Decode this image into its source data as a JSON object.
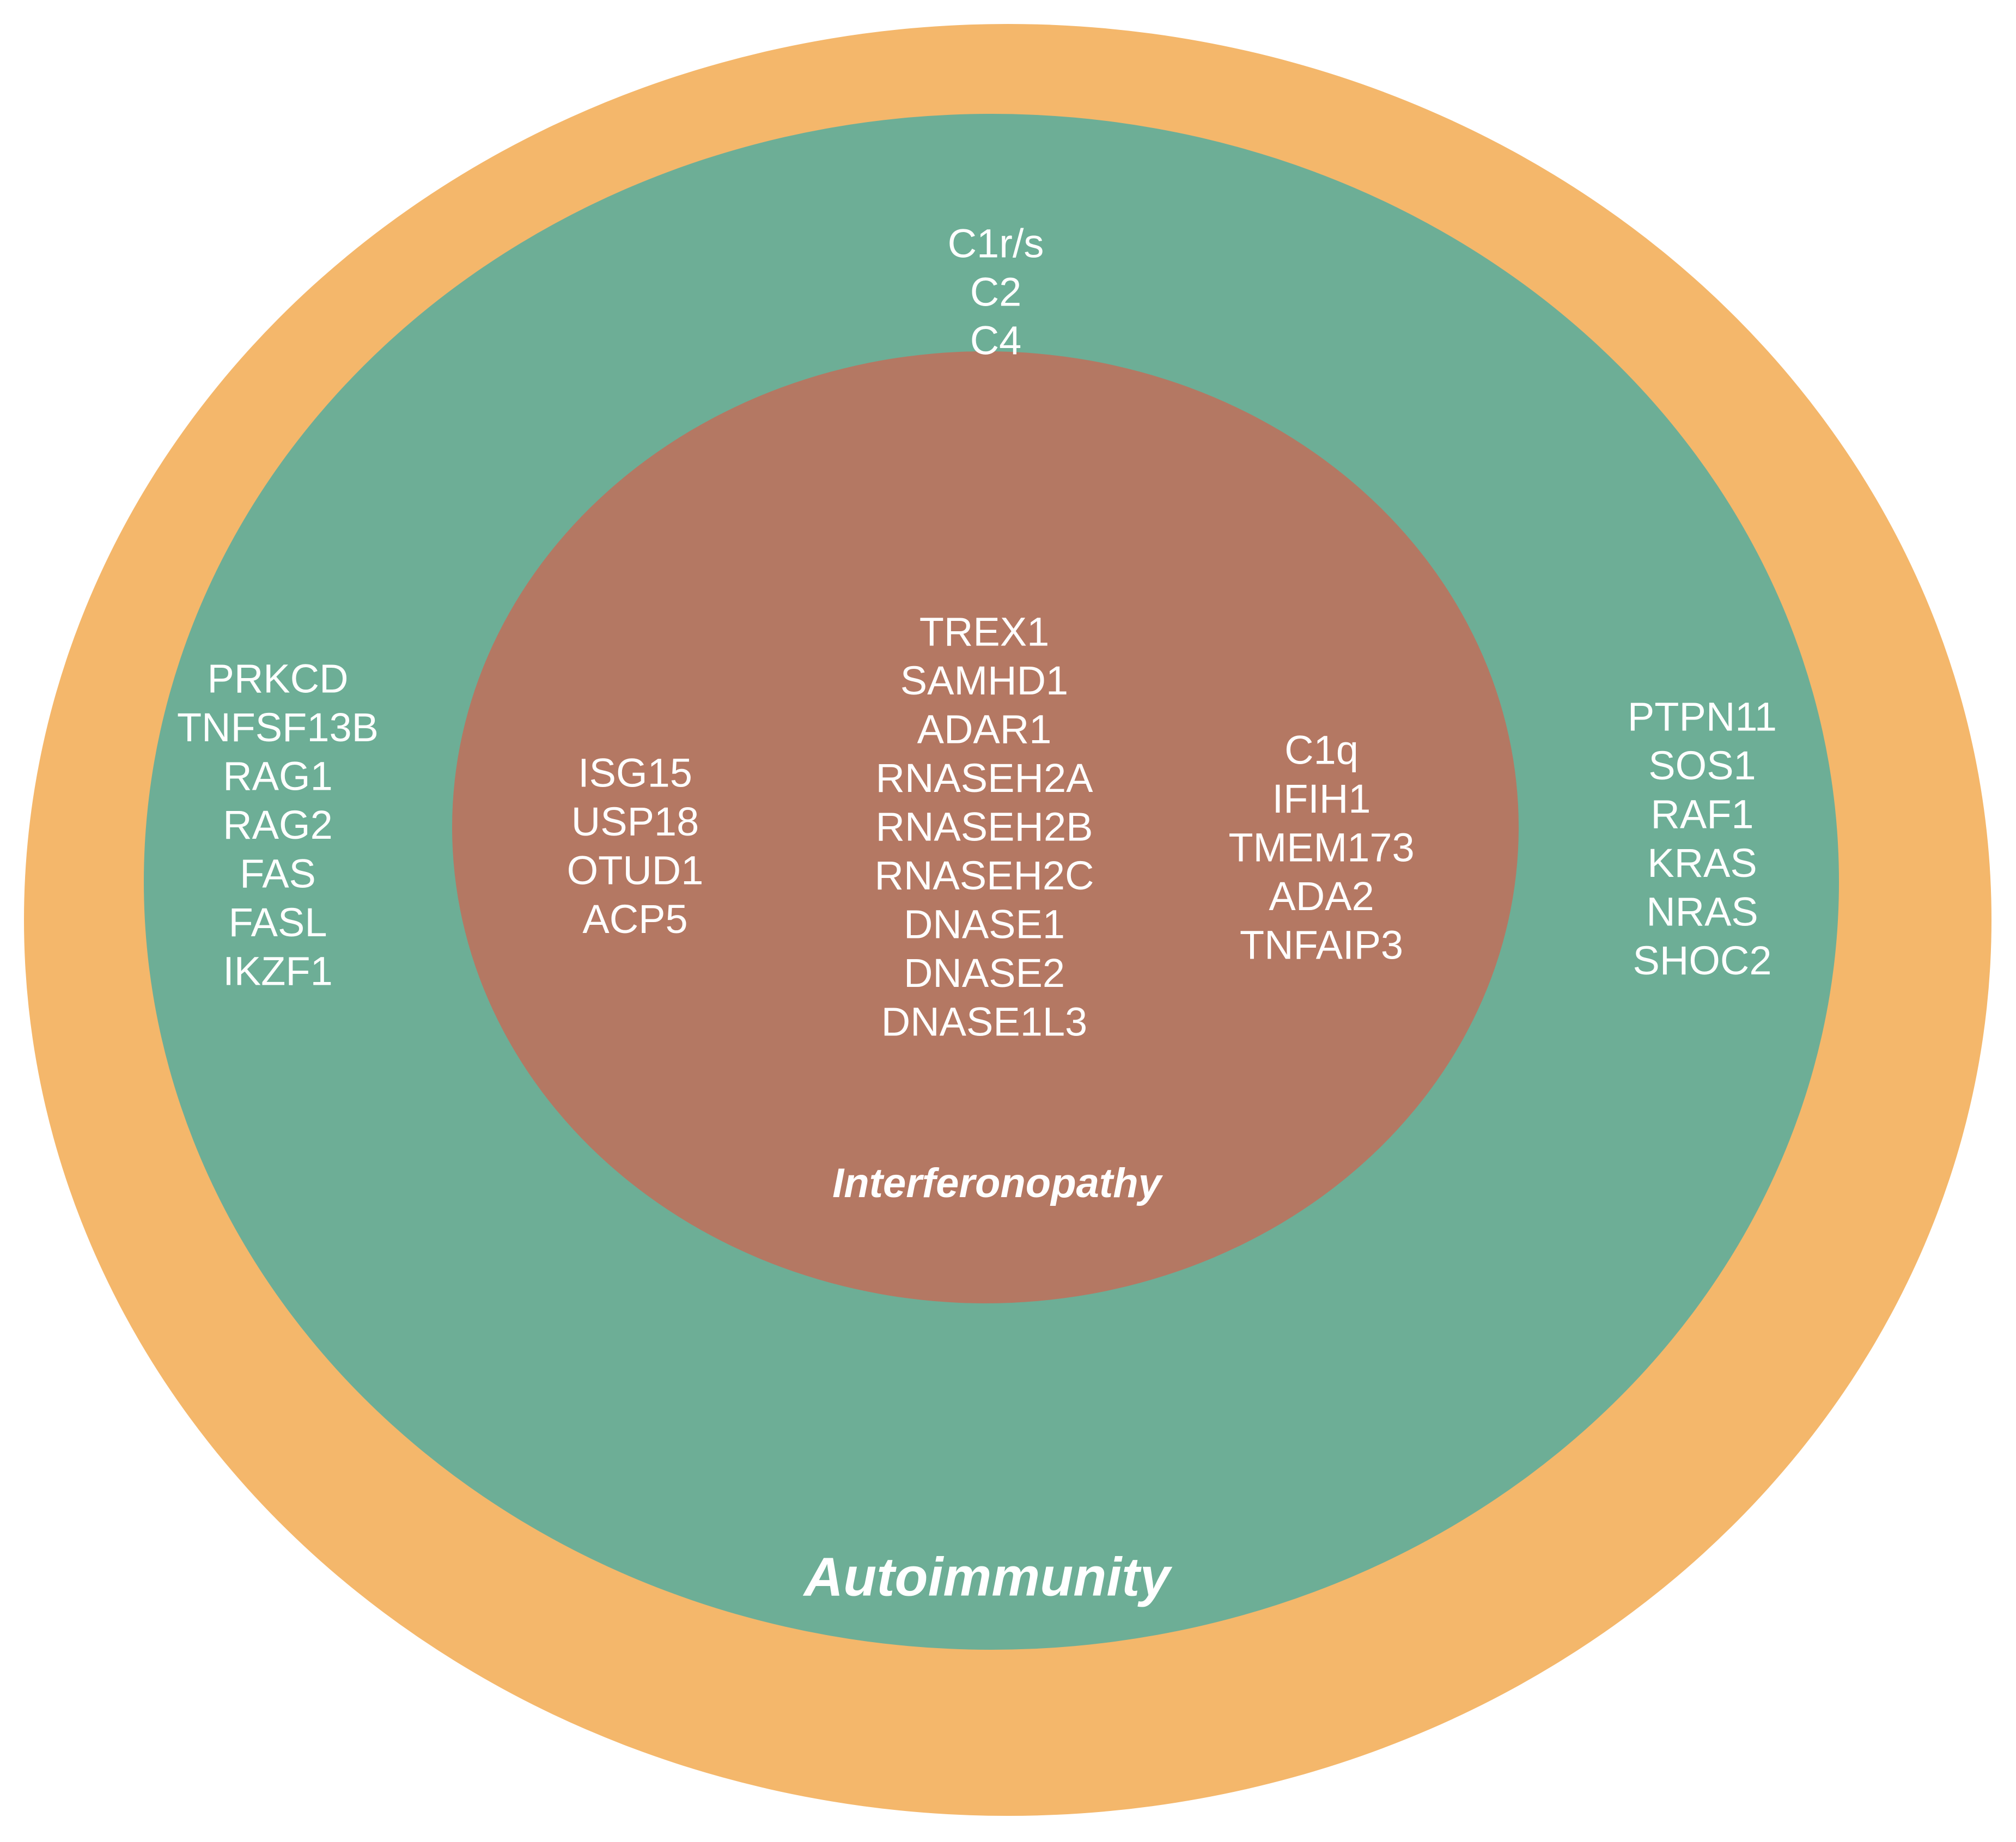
{
  "colors": {
    "outer_ring": "#F4B76B",
    "middle_ring": "#6DAE96",
    "inner_core": "#B47863",
    "text": "#FFFFFF"
  },
  "regions": {
    "inner_label": "Interferonopathy",
    "outer_label": "Autoimmunity"
  },
  "gene_groups": {
    "top": [
      "C1r/s",
      "C2",
      "C4"
    ],
    "left": [
      "PRKCD",
      "TNFSF13B",
      "RAG1",
      "RAG2",
      "FAS",
      "FASL",
      "IKZF1"
    ],
    "right": [
      "PTPN11",
      "SOS1",
      "RAF1",
      "KRAS",
      "NRAS",
      "SHOC2"
    ],
    "inner_left": [
      "ISG15",
      "USP18",
      "OTUD1",
      "ACP5"
    ],
    "inner_center": [
      "TREX1",
      "SAMHD1",
      "ADAR1",
      "RNASEH2A",
      "RNASEH2B",
      "RNASEH2C",
      "DNASE1",
      "DNASE2",
      "DNASE1L3"
    ],
    "inner_right": [
      "C1q",
      "IFIH1",
      "TMEM173",
      "ADA2",
      "TNFAIP3"
    ]
  }
}
